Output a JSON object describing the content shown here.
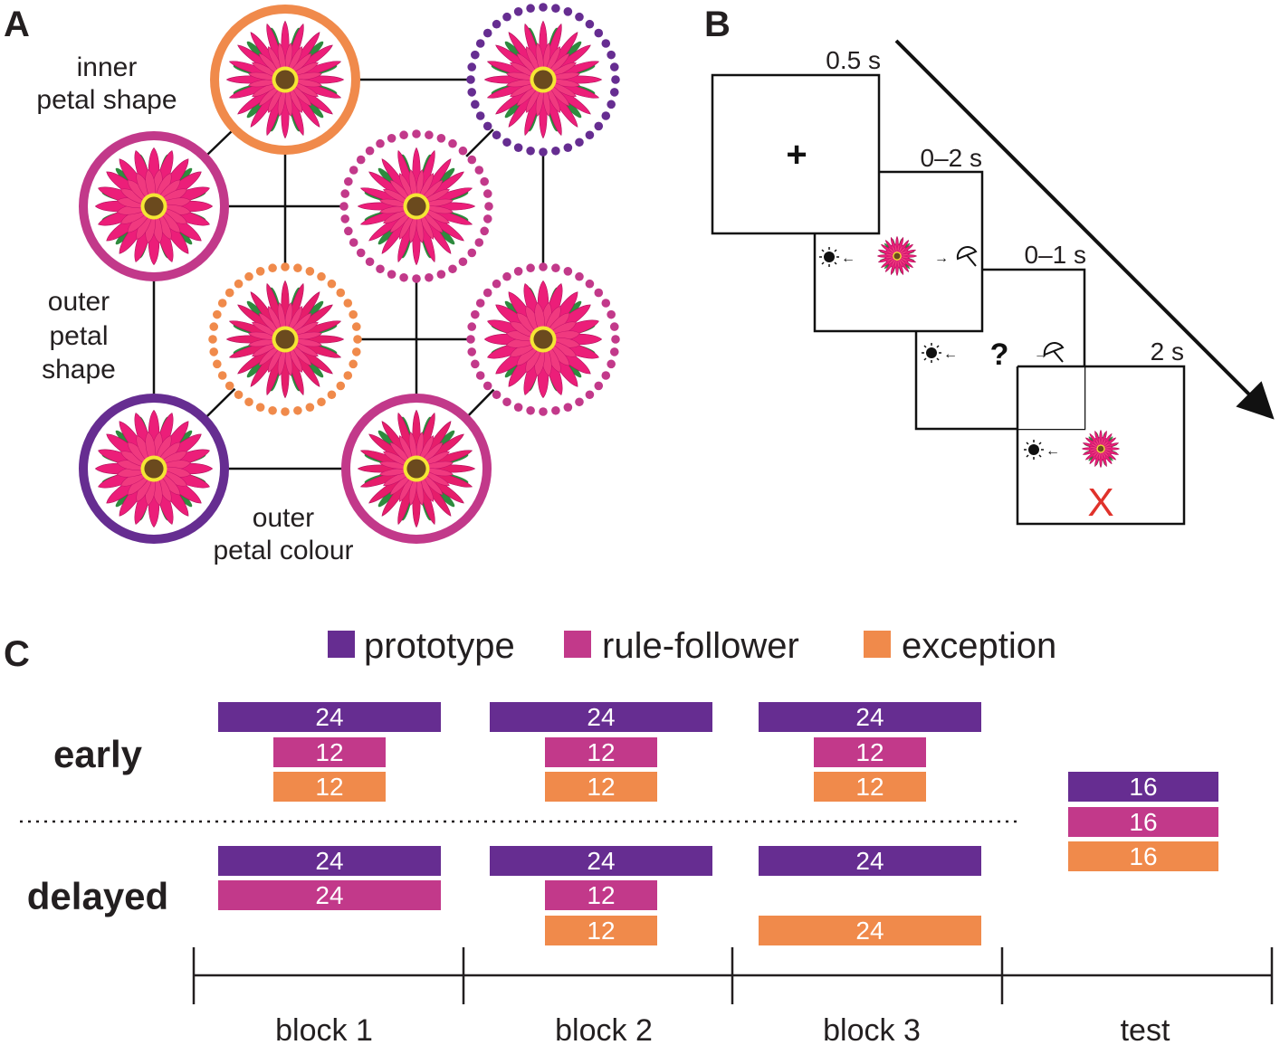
{
  "colors": {
    "prototype": "#662d91",
    "rule_follower": "#c2398a",
    "exception": "#f08a4b",
    "petal": "#ec1e79",
    "leaf": "#2e8b3e",
    "center_ring": "#f4e634",
    "center": "#6b4a1e",
    "error_mark": "#e0322b"
  },
  "panelA": {
    "letter": "A",
    "labels": {
      "inner_line1": "inner",
      "inner_line2": "petal shape",
      "outer_shape_line1": "outer",
      "outer_shape_line2": "petal",
      "outer_shape_line3": "shape",
      "outer_colour_line1": "outer",
      "outer_colour_line2": "petal colour"
    },
    "stimuli": [
      {
        "ring_color": "exception",
        "style": "solid",
        "flower": "inner-petal-shape"
      },
      {
        "ring_color": "prototype",
        "style": "dotted",
        "flower": "all-pointed"
      },
      {
        "ring_color": "rule_follower",
        "style": "solid",
        "flower": "outer-petal-shape"
      },
      {
        "ring_color": "rule_follower",
        "style": "dotted",
        "flower": "inner-petal-shape"
      },
      {
        "ring_color": "exception",
        "style": "dotted",
        "flower": "outer-petal-colour"
      },
      {
        "ring_color": "rule_follower",
        "style": "dotted",
        "flower": "outer-petal-shape"
      },
      {
        "ring_color": "prototype",
        "style": "solid",
        "flower": "all-rounded"
      },
      {
        "ring_color": "rule_follower",
        "style": "solid",
        "flower": "outer-petal-colour"
      }
    ]
  },
  "panelB": {
    "letter": "B",
    "screens": [
      {
        "time": "0.5 s",
        "content": "+"
      },
      {
        "time": "0–2 s",
        "content": "stimulus"
      },
      {
        "time": "0–1 s",
        "content": "?"
      },
      {
        "time": "2 s",
        "content": "feedback",
        "feedback_mark": "X"
      }
    ],
    "response_icons": {
      "left": "sun-icon",
      "right": "umbrella-icon"
    }
  },
  "panelC": {
    "letter": "C",
    "legend": [
      {
        "key": "prototype",
        "label": "prototype"
      },
      {
        "key": "rule_follower",
        "label": "rule-follower"
      },
      {
        "key": "exception",
        "label": "exception"
      }
    ],
    "rows": [
      {
        "label": "early"
      },
      {
        "label": "delayed"
      }
    ],
    "axis": {
      "categories": [
        "block 1",
        "block 2",
        "block 3",
        "test"
      ]
    },
    "bars": {
      "early": [
        {
          "block": 1,
          "type": "prototype",
          "value": "24"
        },
        {
          "block": 1,
          "type": "rule_follower",
          "value": "12"
        },
        {
          "block": 1,
          "type": "exception",
          "value": "12"
        },
        {
          "block": 2,
          "type": "prototype",
          "value": "24"
        },
        {
          "block": 2,
          "type": "rule_follower",
          "value": "12"
        },
        {
          "block": 2,
          "type": "exception",
          "value": "12"
        },
        {
          "block": 3,
          "type": "prototype",
          "value": "24"
        },
        {
          "block": 3,
          "type": "rule_follower",
          "value": "12"
        },
        {
          "block": 3,
          "type": "exception",
          "value": "12"
        }
      ],
      "delayed": [
        {
          "block": 1,
          "type": "prototype",
          "value": "24"
        },
        {
          "block": 1,
          "type": "rule_follower",
          "value": "24"
        },
        {
          "block": 2,
          "type": "prototype",
          "value": "24"
        },
        {
          "block": 2,
          "type": "rule_follower",
          "value": "12"
        },
        {
          "block": 2,
          "type": "exception",
          "value": "12"
        },
        {
          "block": 3,
          "type": "prototype",
          "value": "24"
        },
        {
          "block": 3,
          "type": "exception",
          "value": "24"
        }
      ],
      "test": [
        {
          "type": "prototype",
          "value": "16"
        },
        {
          "type": "rule_follower",
          "value": "16"
        },
        {
          "type": "exception",
          "value": "16"
        }
      ]
    }
  }
}
